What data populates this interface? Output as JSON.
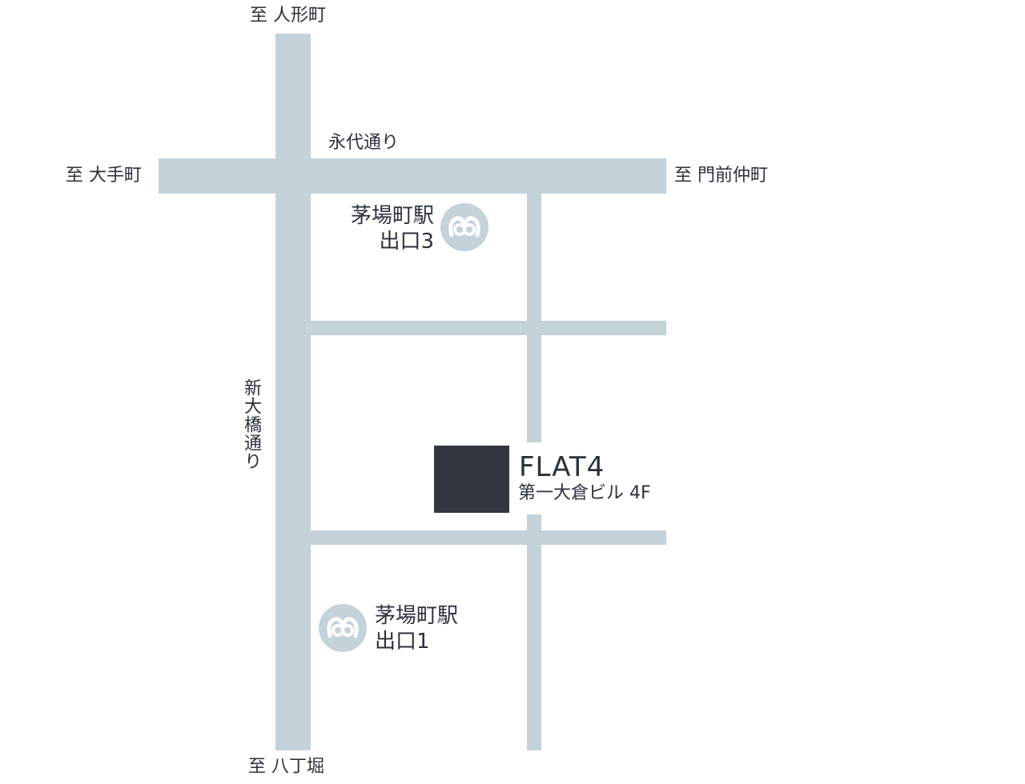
{
  "directions": {
    "north": "至 人形町",
    "west": "至 大手町",
    "east": "至 門前仲町",
    "south": "至 八丁堀"
  },
  "streets": {
    "horizontal_main": "永代通り",
    "vertical_main": "新大橋通り"
  },
  "stations": [
    {
      "name": "茅場町駅",
      "exit": "出口3",
      "icon": "tokyo-metro-icon"
    },
    {
      "name": "茅場町駅",
      "exit": "出口1",
      "icon": "tokyo-metro-icon"
    }
  ],
  "destination": {
    "name": "FLAT4",
    "address": "第一大倉ビル 4F"
  },
  "colors": {
    "road": "#c4d2da",
    "building": "#31363f",
    "text": "#2b313b"
  }
}
